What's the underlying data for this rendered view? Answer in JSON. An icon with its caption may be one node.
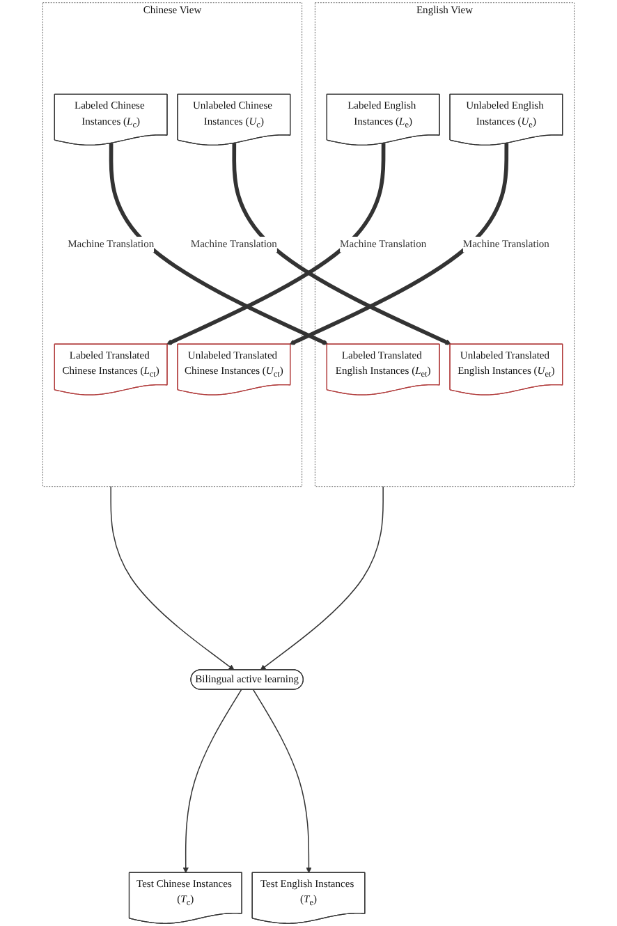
{
  "diagram": {
    "nodes": [
      {
        "text": [
          "Chinese View"
        ]
      },
      {
        "text": [
          "Labeled Chinese Instances (*L*$_{c}$)"
        ],
        "in": 0
      },
      {
        "text": [
          "Labeled Translated Chinese Instances (*L*$_{ct}$)"
        ],
        "in": 0
      },
      {
        "text": [
          "Unlabeled Chinese Instances (*U*$_{c}$)"
        ],
        "in": 0
      },
      {
        "text": [
          "Unlabeled Translated Chinese Instances (*U*$_{ct}$)"
        ],
        "in": 0
      },
      {
        "text": [
          "English View"
        ]
      },
      {
        "text": [
          "Labeled Translated English Instances (*L*$_{et}$)"
        ],
        "in": 5
      },
      {
        "text": [
          "Labeled English Instances (*L*$_{e}$)"
        ],
        "in": 5
      },
      {
        "text": [
          "Unlabeled Translated English Instances (*U*$_{et}$)"
        ],
        "in": 5
      },
      {
        "text": [
          "Unlabeled English Instances (*U*$_{e}$)"
        ],
        "in": 5
      },
      {
        "text": [
          "Bilingual active learning"
        ]
      },
      {
        "text": [
          "Test Chinese Instances (*T*$_{c}$)"
        ]
      },
      {
        "text": [
          "Test English Instances (*T*$_{e}$)"
        ]
      }
    ],
    "edges": [
      {
        "from": 1,
        "to": 6,
        "label": "Machine Translation",
        "arrow": "to",
        "style": "thick"
      },
      {
        "from": 7,
        "to": 2,
        "label": "Machine Translation",
        "arrow": "to",
        "style": "thick"
      },
      {
        "from": 3,
        "to": 8,
        "label": "Machine Translation",
        "arrow": "to",
        "style": "thick"
      },
      {
        "from": 9,
        "to": 4,
        "label": "Machine Translation",
        "arrow": "to",
        "style": "thick"
      },
      {
        "from": 0,
        "to": 10,
        "arrow": "to"
      },
      {
        "from": 5,
        "to": 10,
        "arrow": "to"
      },
      {
        "from": 10,
        "to": 11,
        "arrow": "to"
      },
      {
        "from": 10,
        "to": 12,
        "arrow": "to"
      }
    ]
  }
}
